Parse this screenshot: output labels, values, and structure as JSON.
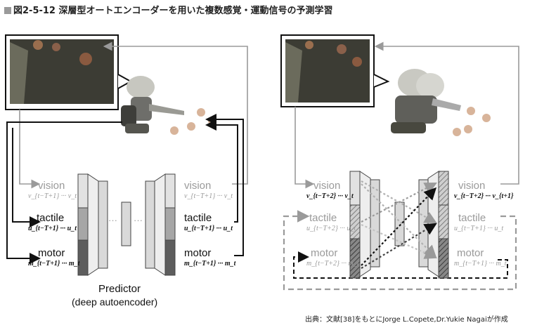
{
  "title": "図2-5-12 深層型オートエンコーダーを用いた複数感覚・運動信号の予測学習",
  "left": {
    "vision_label": "vision",
    "vision_math": "v_{t−T+1} ··· v_t",
    "tactile_label": "tactile",
    "tactile_math": "u_{t−T+1} ··· u_t",
    "motor_label": "motor",
    "motor_math": "m_{t−T+1} ··· m_t",
    "out_vision_label": "vision",
    "out_vision_math": "v_{t−T+1} ··· v_t",
    "out_tactile_label": "tactile",
    "out_tactile_math": "u_{t−T+1} ··· u_t",
    "out_motor_label": "motor",
    "out_motor_math": "m_{t−T+1} ··· m_t",
    "dots_left": "···",
    "dots_right": "···"
  },
  "right": {
    "vision_label": "vision",
    "vision_math": "v_{t−T+2} ··· v_t",
    "tactile_label": "tactile",
    "tactile_math": "u_{t−T+2} ··· u_t",
    "motor_label": "motor",
    "motor_math": "m_{t−T+2} ··· m_t",
    "out_vision_label": "vision",
    "out_vision_math": "v_{t−T+2} ··· v_{t+1}",
    "out_tactile_label": "tactile",
    "out_tactile_math": "u_{t−T+1} ··· u_t",
    "out_motor_label": "motor",
    "out_motor_math": "m_{t−T+1} ··· m_t"
  },
  "predictor_label": "Predictor",
  "predictor_sub": "(deep autoencoder)",
  "source": "出典：文献[38]をもとにJorge L.Copete,Dr.Yukie Nagaiが作成",
  "colors": {
    "light_layer": "#e2e2e2",
    "mid_layer": "#a6a6a6",
    "dark_layer": "#5d5d5d",
    "gray_line": "#9a9a9a",
    "scene_bg": "#3c3c34",
    "ball": "#d8b49a"
  },
  "icons": [
    "robot-icon",
    "camera-view-icon",
    "ball-icon"
  ]
}
